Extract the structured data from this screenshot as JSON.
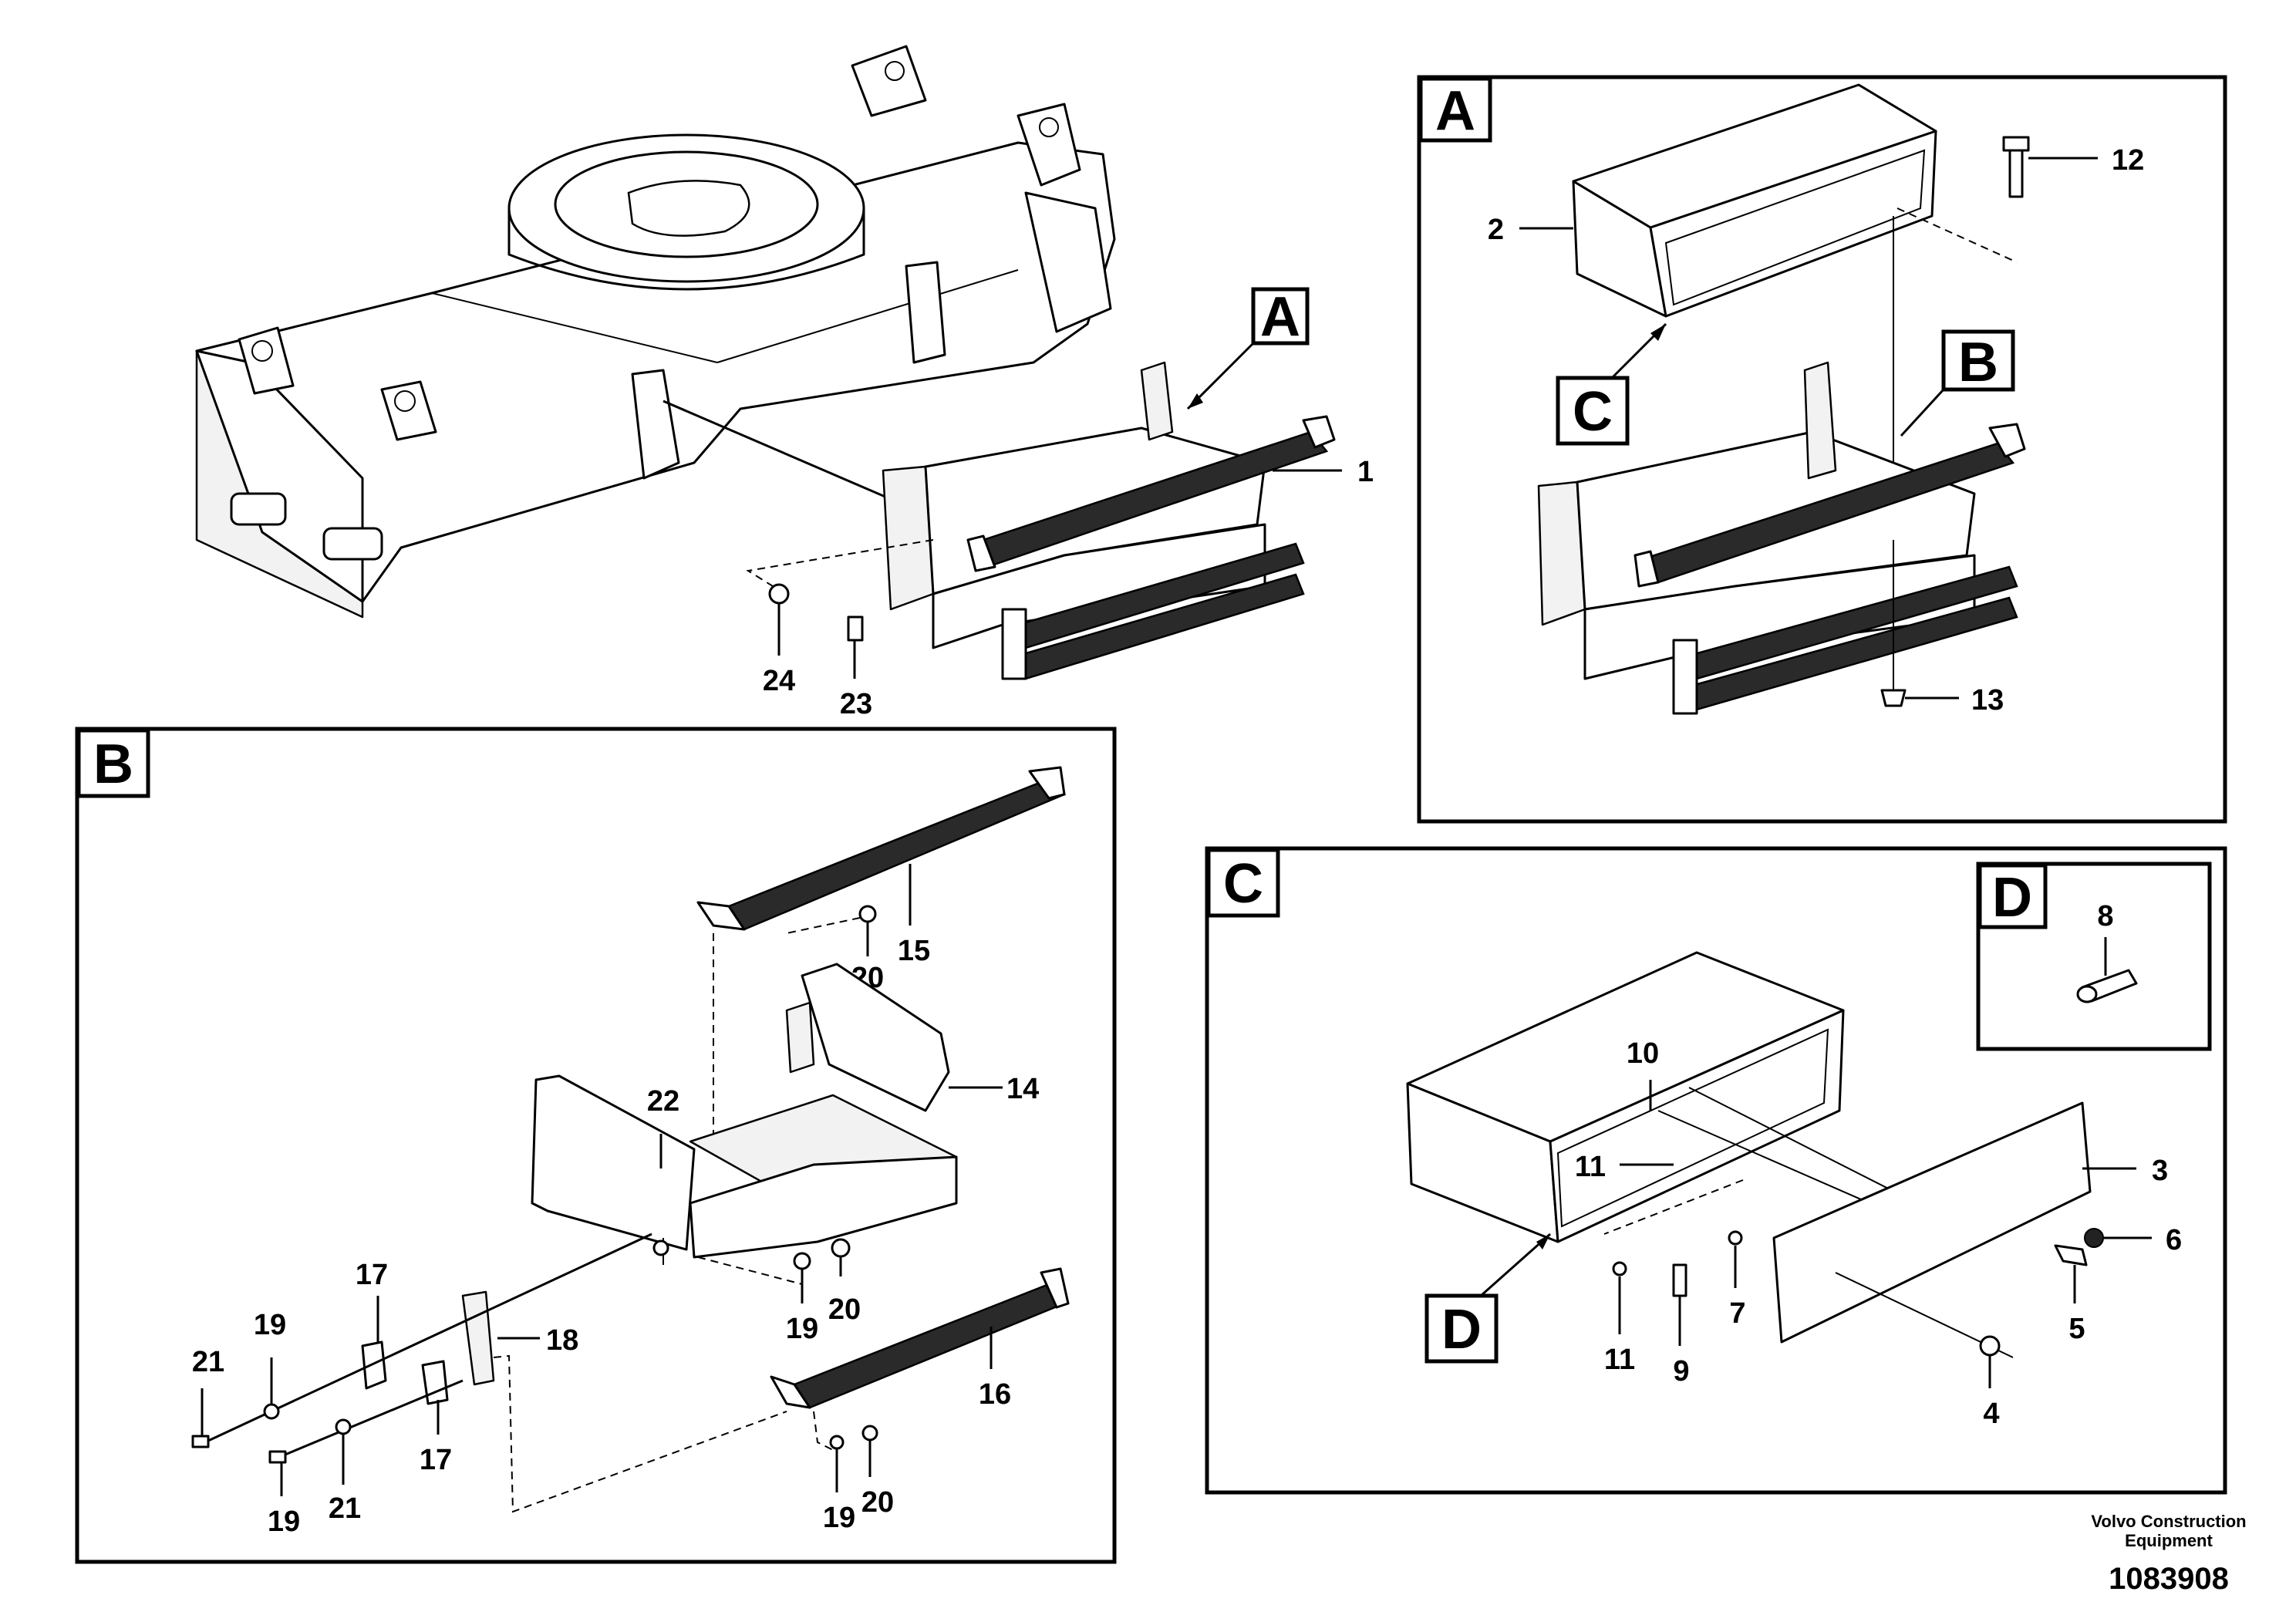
{
  "diagram": {
    "main_callout": "A",
    "panels": {
      "A": {
        "letter": "A",
        "callouts": {
          "B": "B",
          "C": "C"
        }
      },
      "B": {
        "letter": "B"
      },
      "C": {
        "letter": "C",
        "callouts": {
          "D": "D"
        }
      },
      "D": {
        "letter": "D"
      }
    },
    "part_numbers": {
      "main": [
        "1",
        "24",
        "23"
      ],
      "A": [
        "2",
        "12",
        "13"
      ],
      "B": [
        "15",
        "20",
        "14",
        "22",
        "17",
        "18",
        "19",
        "21",
        "19",
        "21",
        "17",
        "19",
        "20",
        "16",
        "19",
        "20"
      ],
      "C": [
        "10",
        "11",
        "3",
        "6",
        "11",
        "9",
        "7",
        "5",
        "4"
      ],
      "D": [
        "8"
      ]
    }
  },
  "footer": {
    "company_line1": "Volvo Construction",
    "company_line2": "Equipment",
    "document_number": "1083908"
  }
}
